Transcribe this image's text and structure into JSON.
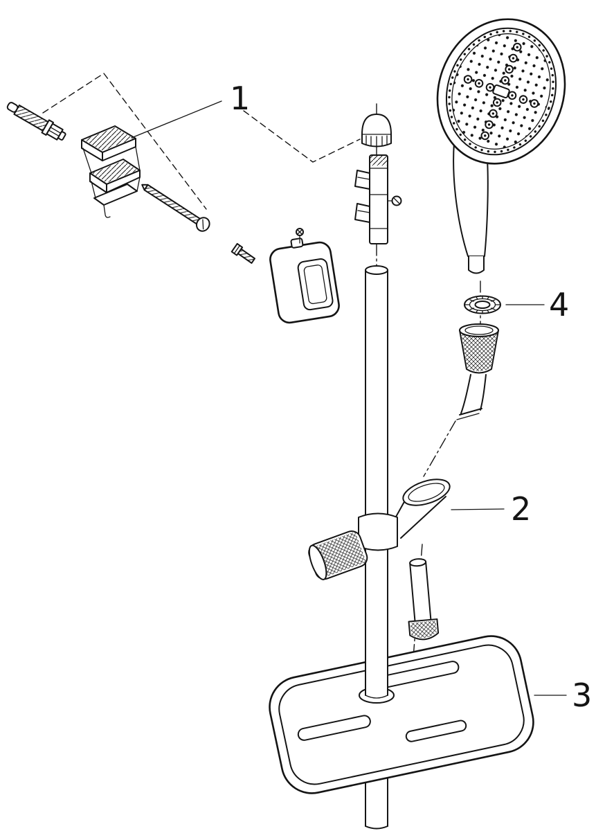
{
  "diagram": {
    "type": "exploded-parts-drawing",
    "background_color": "#ffffff",
    "line_color": "#141414",
    "callouts": [
      {
        "label": "1",
        "part": "wall-mount-bracket-assembly"
      },
      {
        "label": "2",
        "part": "shower-holder-glide-element"
      },
      {
        "label": "3",
        "part": "shelf-tray"
      },
      {
        "label": "4",
        "part": "hose-seal-washer"
      }
    ],
    "components": [
      "mounting-screw",
      "wall-bracket",
      "fixing-screw",
      "rail-end-cap",
      "rail-clamp",
      "clamp-screw",
      "holder-housing",
      "housing-screw",
      "grub-screw",
      "shower-rail",
      "hand-shower-head",
      "hand-shower-handle",
      "seal-washer",
      "hose-connector-nut",
      "shower-hose",
      "glide-holder",
      "locking-knob",
      "locking-pin",
      "shelf-tray"
    ]
  }
}
